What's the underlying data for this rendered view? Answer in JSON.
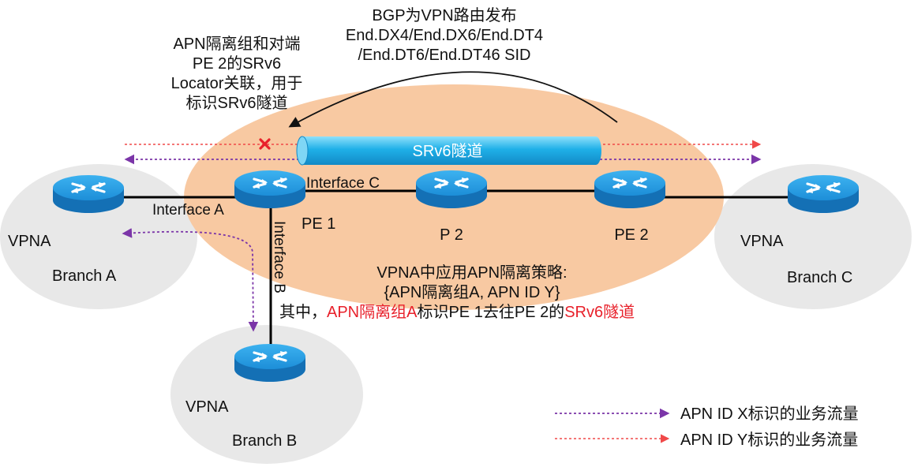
{
  "annotations": {
    "bgp_line1": "BGP为VPN路由发布",
    "bgp_line2": "End.DX4/End.DX6/End.DT4",
    "bgp_line3": "/End.DT6/End.DT46 SID",
    "apn_line1": "APN隔离组和对端",
    "apn_line2": "PE 2的SRv6",
    "apn_line3": "Locator关联，用于",
    "apn_line4": "标识SRv6隧道",
    "policy_line1": "VPNA中应用APN隔离策略:",
    "policy_line2": "{APN隔离组A, APN ID Y}",
    "policy_line3_a": "其中，",
    "policy_line3_b": "APN隔离组A",
    "policy_line3_c": "标识PE 1去往PE 2的",
    "policy_line3_d": "SRv6隧道"
  },
  "tunnel": {
    "label": "SRv6隧道"
  },
  "nodes": {
    "pe1": "PE 1",
    "p2": "P 2",
    "pe2": "PE 2"
  },
  "interfaces": {
    "a": "Interface A",
    "b": "Interface B",
    "c": "Interface C"
  },
  "sites": {
    "branch_a": {
      "vpn": "VPNA",
      "name": "Branch A"
    },
    "branch_b": {
      "vpn": "VPNA",
      "name": "Branch B"
    },
    "branch_c": {
      "vpn": "VPNA",
      "name": "Branch C"
    }
  },
  "legend": {
    "x": "APN ID X标识的业务流量",
    "y": "APN ID Y标识的业务流量"
  },
  "colors": {
    "router_blue": "#1d8ed8",
    "tunnel_blue": "#1fb0e8",
    "backbone_fill": "#f8c9a2",
    "site_fill": "#e8e8e8",
    "purple": "#7b35a8",
    "red": "#f04848"
  }
}
